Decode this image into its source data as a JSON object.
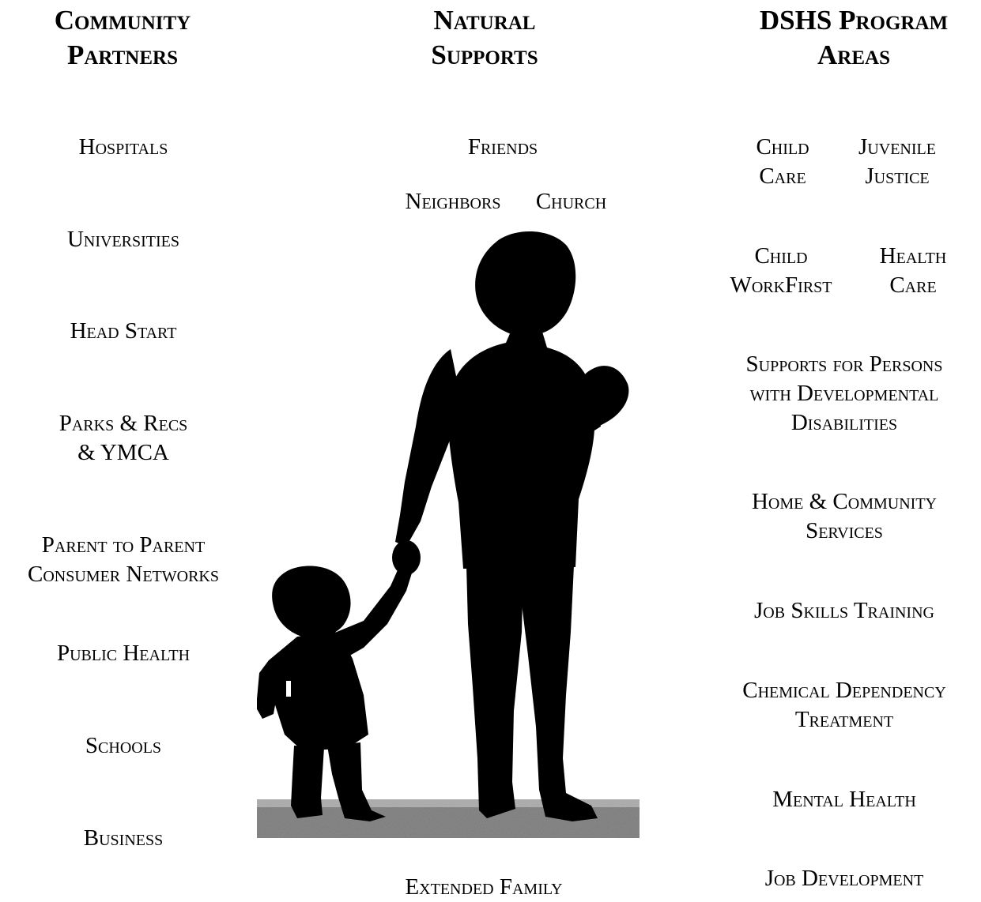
{
  "headers": {
    "community": [
      "Community",
      "Partners"
    ],
    "natural": [
      "Natural",
      "Supports"
    ],
    "dshs": [
      "DSHS Program",
      "Areas"
    ]
  },
  "community_partners": [
    [
      "Hospitals"
    ],
    [
      "Universities"
    ],
    [
      "Head Start"
    ],
    [
      "Parks & Recs",
      "& YMCA"
    ],
    [
      "Parent to Parent",
      "Consumer Networks"
    ],
    [
      "Public Health"
    ],
    [
      "Schools"
    ],
    [
      "Business"
    ]
  ],
  "natural_supports": {
    "friends": "Friends",
    "neighbors": "Neighbors",
    "church": "Church",
    "extended_family": "Extended Family"
  },
  "dshs_program_areas": {
    "child_care": [
      "Child",
      "Care"
    ],
    "juvenile_justice": [
      "Juvenile",
      "Justice"
    ],
    "child_workfirst": [
      "Child",
      "WorkFirst"
    ],
    "health_care": [
      "Health",
      "Care"
    ],
    "dd_supports": [
      "Supports for Persons",
      "with Developmental",
      "Disabilities"
    ],
    "home_community": [
      "Home & Community",
      "Services"
    ],
    "job_skills": [
      "Job Skills Training"
    ],
    "chemical_dependency": [
      "Chemical Dependency",
      "Treatment"
    ],
    "mental_health": [
      "Mental Health"
    ],
    "job_development": [
      "Job Development"
    ]
  },
  "image": {
    "name": "adult-and-child-silhouette",
    "fill": "#000000",
    "ground": "#8c8c8c"
  }
}
